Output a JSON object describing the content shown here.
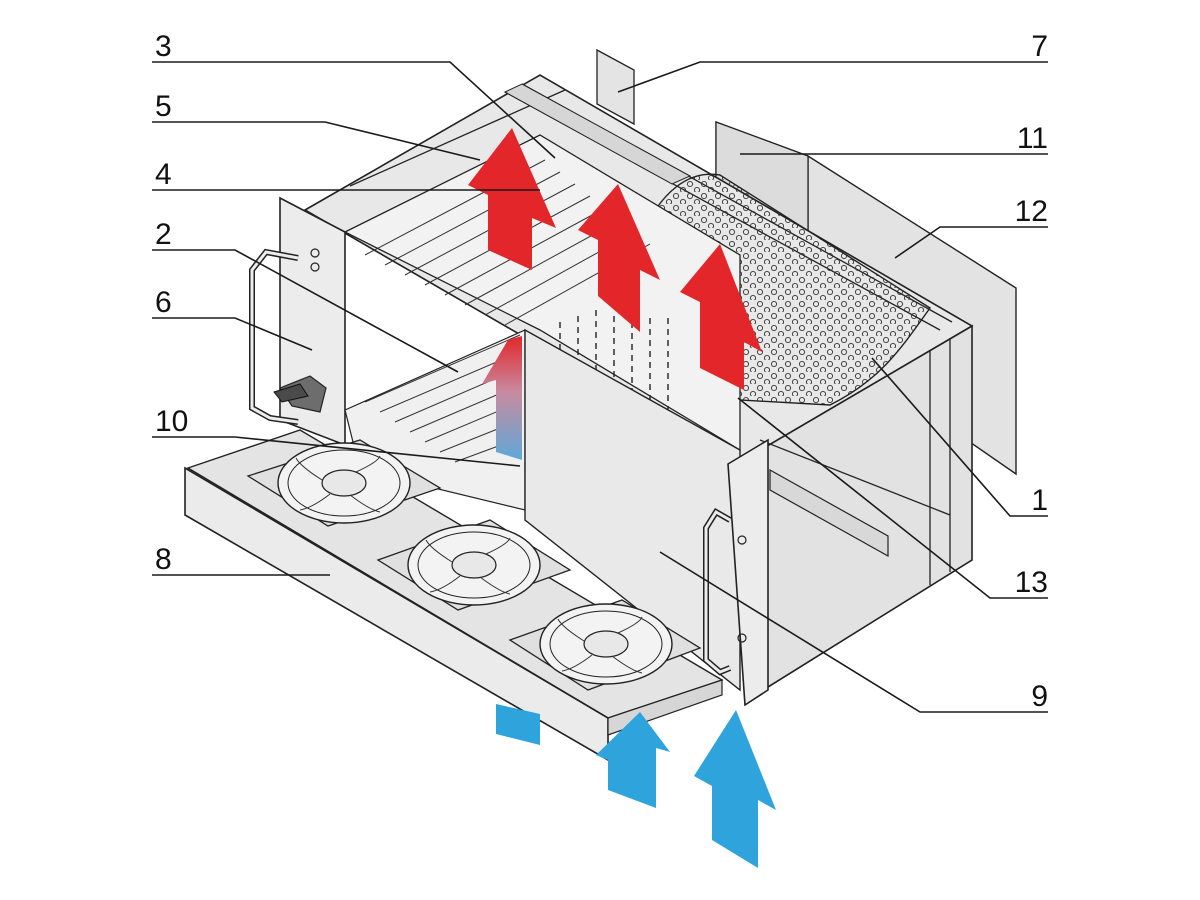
{
  "callouts": [
    {
      "id": "1",
      "text": "1"
    },
    {
      "id": "2",
      "text": "2"
    },
    {
      "id": "3",
      "text": "3"
    },
    {
      "id": "4",
      "text": "4"
    },
    {
      "id": "5",
      "text": "5"
    },
    {
      "id": "6",
      "text": "6"
    },
    {
      "id": "7",
      "text": "7"
    },
    {
      "id": "8",
      "text": "8"
    },
    {
      "id": "9",
      "text": "9"
    },
    {
      "id": "10",
      "text": "10"
    },
    {
      "id": "11",
      "text": "11"
    },
    {
      "id": "12",
      "text": "12"
    },
    {
      "id": "13",
      "text": "13"
    }
  ],
  "colors": {
    "hot_air": "#e3262a",
    "cool_air": "#2ea3dc",
    "housing": "#e6e6e6",
    "outline": "#222222",
    "background": "#ffffff"
  },
  "icons": [
    "fan-icon",
    "airflow-arrow-up-icon",
    "handle-icon",
    "latch-icon"
  ]
}
